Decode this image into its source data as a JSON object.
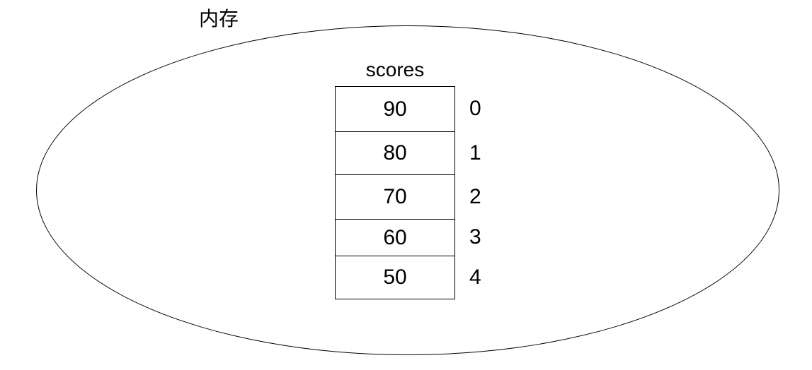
{
  "diagram": {
    "memory_label": "内存",
    "array": {
      "name": "scores",
      "rows": [
        {
          "value": "90",
          "index": "0"
        },
        {
          "value": "80",
          "index": "1"
        },
        {
          "value": "70",
          "index": "2"
        },
        {
          "value": "60",
          "index": "3"
        },
        {
          "value": "50",
          "index": "4"
        }
      ]
    },
    "colors": {
      "line": "#000000",
      "text": "#000000",
      "background": "#ffffff"
    }
  }
}
